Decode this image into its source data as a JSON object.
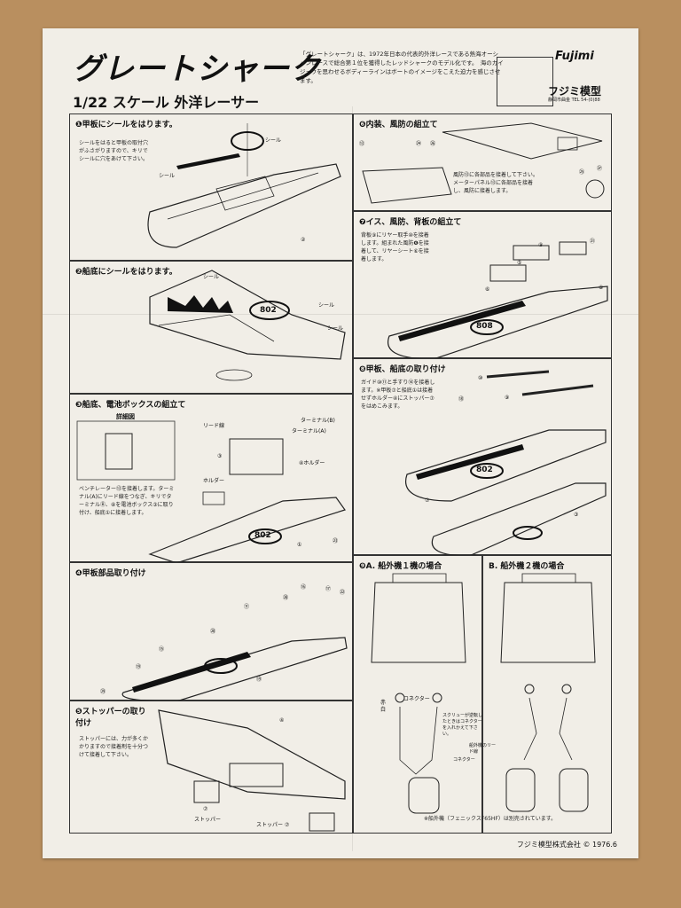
{
  "header": {
    "title": "グレートシャーク",
    "subtitle": "1/22 スケール 外洋レーサー",
    "intro": "「グレートシャーク」は、1972年日本の代表的外洋レースである熱海オーシャンレースで総合第１位を獲得したレッドシャークのモデル化です。　海のカイジュウを思わせるボディーラインはボートのイメージをこえた迫力を感じさせます。",
    "brand_logo": "Fujimi",
    "brand_name": "フジミ模型",
    "brand_address": "静岡市曲金 TEL 54-(0)88"
  },
  "steps": [
    {
      "title": "❶甲板にシールをはります。",
      "note": "シールをはると甲板の取付穴がふさがりますので、キリでシールに穴をあけて下さい。",
      "labels": [
        "シール",
        "シール",
        "②"
      ]
    },
    {
      "title": "❷船底にシールをはります。",
      "labels": [
        "シール",
        "シール",
        "シール",
        "802"
      ]
    },
    {
      "title": "❸船底、電池ボックスの組立て",
      "detail": "詳細図",
      "note": "ベンチレーター⑬を接着します。ターミナル(A)にリード線をつなぎ、キリでターミナルⒷ、⑧を電池ボックス③に取り付け、船底①に接着します。",
      "labels": [
        "リード線",
        "ターミナル(B)",
        "ターミナル(A)",
        "③",
        "④ホルダー",
        "ホルダー",
        "①",
        "㉓",
        "802"
      ]
    },
    {
      "title": "❹甲板部品取り付け",
      "labels": [
        "⑪",
        "⑳",
        "⑮",
        "⑲",
        "㉙",
        "㉘",
        "⑯",
        "⑰",
        "㉒",
        "⑲"
      ]
    },
    {
      "title": "❺ストッパーの取り付け",
      "note": "ストッパーには、力が多くかかりますので接着剤を十分つけて接着して下さい。",
      "labels": [
        "④",
        "⑦",
        "ストッパー",
        "ストッパー ⑦"
      ]
    },
    {
      "title": "❻内装、風防の組立て",
      "note": "風防⑬に各部品を接着して下さい。メーターパネル⑬に各部品を接着し、風防に接着します。",
      "labels": [
        "⑬",
        "㉔",
        "㉖",
        "㉕",
        "㉗"
      ]
    },
    {
      "title": "❼イス、風防、背板の組立て",
      "note": "背板⑨にリヤー取手⑩を接着します。組まれた風防❻を接着して、リヤーシート⑥を接着します。",
      "labels": [
        "⑨",
        "㉑",
        "⑤",
        "⑥",
        "⑥",
        "808"
      ]
    },
    {
      "title": "❽甲板、船底の取り付け",
      "note": "ガイド⑩⑪と手すり⑭を接着します。※甲板⑦と船底①は接着せずホルダー④にストッパー⑦をはめこみます。",
      "labels": [
        "⑩",
        "⑨",
        "⑱",
        "⑦",
        "③",
        "802"
      ]
    },
    {
      "title": "❾A. 船外機１機の場合",
      "labels": [
        "コネクター",
        "スクリューが逆転したときはコネクターを入れかえて下さい。",
        "赤",
        "白"
      ]
    },
    {
      "title": "B. 船外機２機の場合",
      "labels": [
        "船外機のリード線",
        "コネクター"
      ]
    }
  ],
  "footnote": "※船外機（フェニックスF65HF）は別売されています。",
  "copyright": "フジミ模型株式会社 © 1976.6",
  "colors": {
    "paper": "#f1eee7",
    "background": "#b98f5f",
    "ink": "#111111"
  }
}
